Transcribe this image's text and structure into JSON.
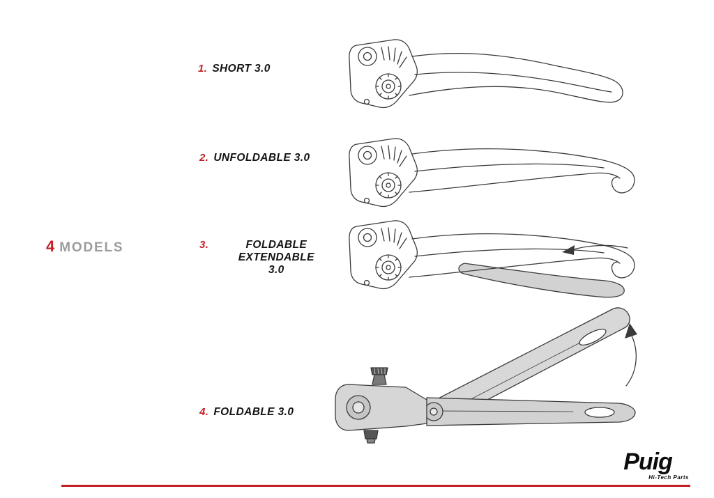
{
  "heading": {
    "count": "4",
    "word": "MODELS"
  },
  "items": [
    {
      "number": "1.",
      "label": "SHORT 3.0"
    },
    {
      "number": "2.",
      "label": "UNFOLDABLE 3.0"
    },
    {
      "number": "3.",
      "label": "FOLDABLE EXTENDABLE\n3.0"
    },
    {
      "number": "4.",
      "label": "FOLDABLE 3.0"
    }
  ],
  "logo": {
    "brand": "Puig",
    "tagline": "Hi-Tech Parts"
  },
  "colors": {
    "accent_red": "#c41f26",
    "heading_gray": "#9c9c9c",
    "line_art": "#3a3a3a",
    "fill_gray": "#d2d2d2"
  }
}
